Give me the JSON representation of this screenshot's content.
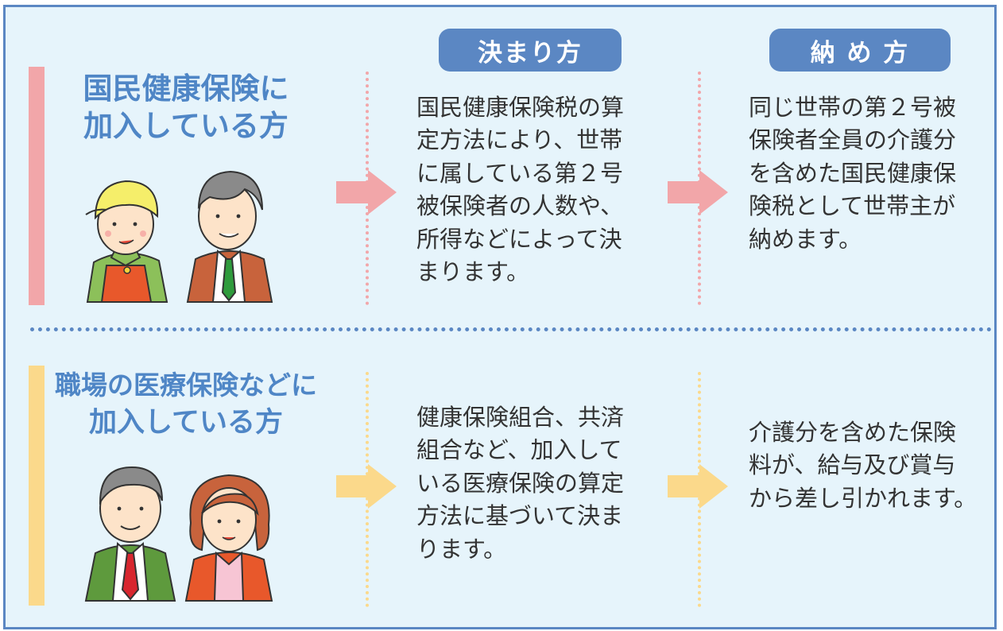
{
  "headers": {
    "determination": "決まり方",
    "payment": "納 め 方"
  },
  "rows": [
    {
      "title_lines": [
        "国民健康保険に",
        "加入している方"
      ],
      "determination_lines": [
        "国民健康保険税の算",
        "定方法により、世帯",
        "に属している第２号",
        "被保険者の人数や、",
        "所得などによって決",
        "まります。"
      ],
      "payment_lines": [
        "同じ世帯の第２号被",
        "保険者全員の介護分",
        "を含めた国民健康保",
        "険税として世帯主が",
        "納めます。"
      ],
      "accent_color": "#f2a6a9"
    },
    {
      "title_lines": [
        "職場の医療保険などに",
        "加入している方"
      ],
      "determination_lines": [
        "健康保険組合、共済",
        "組合など、加入して",
        "いる医療保険の算定",
        "方法に基づいて決ま",
        "ります。"
      ],
      "payment_lines": [
        "介護分を含めた保険",
        "料が、給与及び賞与",
        "から差し引かれます。"
      ],
      "accent_color": "#fbd98b"
    }
  ],
  "colors": {
    "frame": "#5b87c3",
    "background": "#e6f4fb",
    "title_text": "#4f86c6"
  },
  "icons": [
    "woman-with-cap-icon",
    "elderly-man-icon",
    "man-in-suit-icon",
    "woman-icon",
    "right-arrow-icon"
  ]
}
